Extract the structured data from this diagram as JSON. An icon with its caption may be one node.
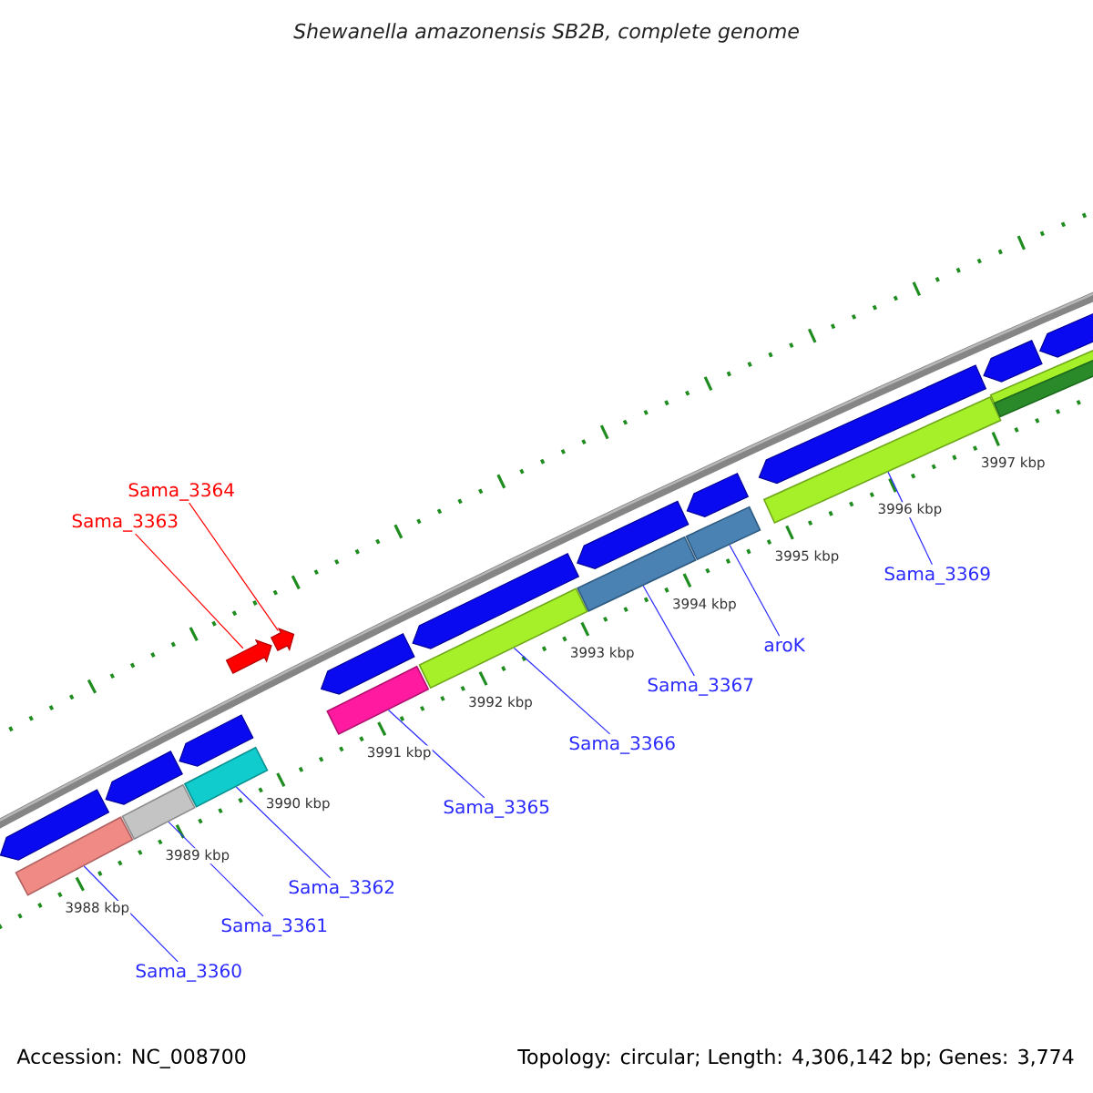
{
  "diagram": {
    "title": "Shewanella amazonensis SB2B, complete genome",
    "nodes": [
      {
        "text": [
          "Sama_3360"
        ]
      },
      {
        "text": [
          "Sama_3361"
        ]
      },
      {
        "text": [
          "Sama_3362"
        ]
      },
      {
        "text": [
          "Sama_3363"
        ]
      },
      {
        "text": [
          "Sama_3364"
        ]
      },
      {
        "text": [
          "Sama_3365"
        ]
      },
      {
        "text": [
          "Sama_3366"
        ]
      },
      {
        "text": [
          "Sama_3367"
        ]
      },
      {
        "text": [
          "aroK"
        ]
      },
      {
        "text": [
          "Sama_3369"
        ]
      },
      {
        "text": [],
        "shape": "bar"
      },
      {
        "text": [],
        "shape": "bar"
      },
      {
        "text": [],
        "shape": "bar"
      },
      {
        "text": [],
        "shape": "arrow"
      },
      {
        "text": [],
        "shape": "arrow"
      },
      {
        "text": [],
        "shape": "bar"
      },
      {
        "text": [],
        "shape": "bar"
      },
      {
        "text": [],
        "shape": "bar"
      },
      {
        "text": [],
        "shape": "bar"
      },
      {
        "text": [],
        "shape": "bar"
      },
      {
        "text": [],
        "shape": "arrow"
      },
      {
        "text": [],
        "shape": "arrow"
      },
      {
        "text": [],
        "shape": "arrow"
      },
      {
        "text": [],
        "shape": "arrow"
      },
      {
        "text": [],
        "shape": "arrow"
      },
      {
        "text": [],
        "shape": "arrow"
      },
      {
        "text": [],
        "shape": "arrow"
      },
      {
        "text": [],
        "shape": "arrow"
      },
      {
        "text": [],
        "shape": "arrow"
      },
      {
        "text": [],
        "shape": "arrow"
      },
      {
        "text": [],
        "shape": "bar"
      },
      {
        "text": [],
        "shape": "bar"
      }
    ],
    "edges": [
      {
        "from": 0,
        "to": 10,
        "arrow": "none"
      },
      {
        "from": 1,
        "to": 11,
        "arrow": "none"
      },
      {
        "from": 2,
        "to": 12,
        "arrow": "none"
      },
      {
        "from": 3,
        "to": 13,
        "arrow": "none",
        "color": "#ff0000"
      },
      {
        "from": 4,
        "to": 14,
        "arrow": "none",
        "color": "#ff0000"
      },
      {
        "from": 5,
        "to": 15,
        "arrow": "none"
      },
      {
        "from": 6,
        "to": 16,
        "arrow": "none"
      },
      {
        "from": 7,
        "to": 17,
        "arrow": "none"
      },
      {
        "from": 8,
        "to": 18,
        "arrow": "none"
      },
      {
        "from": 9,
        "to": 19,
        "arrow": "none"
      }
    ],
    "labels": [
      "3988 kbp",
      "3989 kbp",
      "3990 kbp",
      "3991 kbp",
      "3992 kbp",
      "3993 kbp",
      "3994 kbp",
      "3995 kbp",
      "3996 kbp",
      "3997 kbp",
      "Accession: NC_008700",
      "Topology: circular; Length: 4,306,142 bp; Genes: 3,774"
    ]
  }
}
